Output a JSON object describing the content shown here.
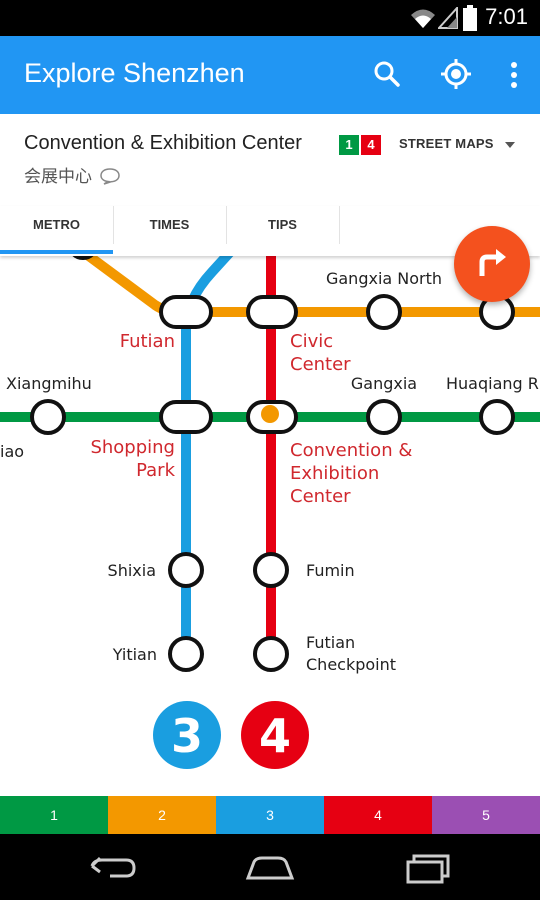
{
  "status_bar": {
    "time": "7:01"
  },
  "app_bar": {
    "title": "Explore Shenzhen"
  },
  "station": {
    "name": "Convention & Exhibition Center",
    "name_native": "会展中心",
    "lines": [
      {
        "number": "1",
        "color": "#009944"
      },
      {
        "number": "4",
        "color": "#E60012"
      }
    ]
  },
  "street_maps_label": "STREET MAPS",
  "tabs": [
    "METRO",
    "TIMES",
    "TIPS"
  ],
  "map_labels": {
    "futian": "Futian",
    "civic_1": "Civic",
    "civic_2": "Center",
    "gangxia_north": "Gangxia North",
    "xiangmihu": "Xiangmihu",
    "gangxia": "Gangxia",
    "huaqiang": "Huaqiang R",
    "iao": "iao",
    "shopping_1": "Shopping",
    "shopping_2": "Park",
    "convention_1": "Convention &",
    "convention_2": "Exhibition",
    "convention_3": "Center",
    "shixia": "Shixia",
    "fumin": "Fumin",
    "yitian": "Yitian",
    "checkpoint_1": "Futian",
    "checkpoint_2": "Checkpoint"
  },
  "line_badges": [
    {
      "number": "3",
      "color": "#1A9EE0"
    },
    {
      "number": "4",
      "color": "#E60012"
    }
  ],
  "line_bar": [
    {
      "label": "1",
      "color": "#009944"
    },
    {
      "label": "2",
      "color": "#F39800"
    },
    {
      "label": "3",
      "color": "#1A9EE0"
    },
    {
      "label": "4",
      "color": "#E60012"
    },
    {
      "label": "5",
      "color": "#9B4FB3"
    }
  ],
  "colors": {
    "app_bar": "#2196F3",
    "fab": "#F4511E",
    "station_label": "#D0282E"
  }
}
